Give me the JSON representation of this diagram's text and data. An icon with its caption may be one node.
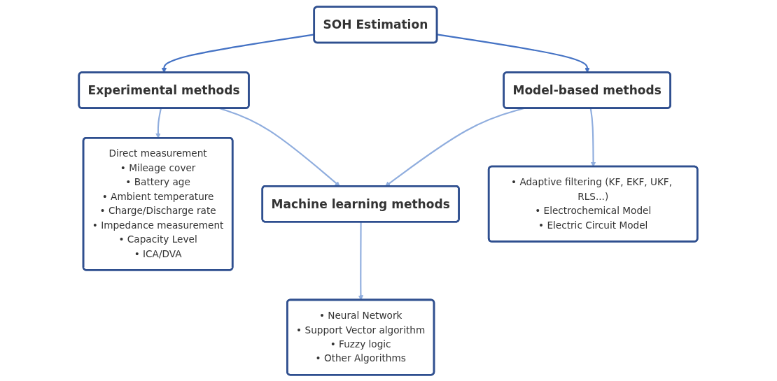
{
  "diagram": {
    "nodes": [
      {
        "text": [
          "SOH Estimation"
        ]
      },
      {
        "text": [
          "Experimental methods"
        ]
      },
      {
        "text": [
          "Model-based methods"
        ]
      },
      {
        "text": [
          "Direct measurement",
          "• Mileage cover",
          "• Battery age",
          "• Ambient temperature",
          "• Charge/Discharge rate",
          "• Impedance measurement",
          "• Capacity Level",
          "• ICA/DVA"
        ]
      },
      {
        "text": [
          "Machine learning methods"
        ]
      },
      {
        "text": [
          "• Neural Network",
          "• Support Vector algorithm",
          "• Fuzzy logic",
          "• Other Algorithms"
        ]
      },
      {
        "text": [
          "• Adaptive filtering (KF, EKF, UKF, RLS...)",
          "• Electrochemical Model",
          "• Electric Circuit Model"
        ]
      }
    ],
    "edges": [
      {
        "from": 0,
        "to": 1,
        "arrow": "to",
        "color": "#4472c4"
      },
      {
        "from": 0,
        "to": 2,
        "arrow": "to",
        "color": "#4472c4"
      },
      {
        "from": 1,
        "to": 3,
        "arrow": "to"
      },
      {
        "from": 1,
        "to": 4,
        "arrow": "to"
      },
      {
        "from": 2,
        "to": 4,
        "arrow": "to"
      },
      {
        "from": 2,
        "to": 6,
        "arrow": "to"
      },
      {
        "from": 4,
        "to": 5,
        "arrow": "to"
      }
    ]
  }
}
